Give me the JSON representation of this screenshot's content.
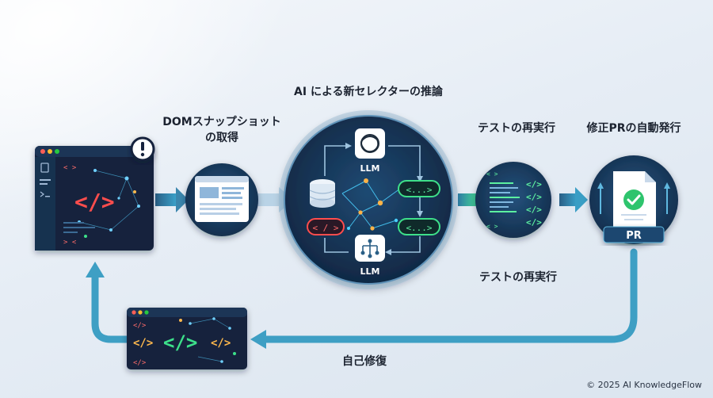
{
  "labels": {
    "ai_inference": "AI による新セレクターの推論",
    "dom_snapshot_line1": "DOMスナップショット",
    "dom_snapshot_line2": "の取得",
    "retest_top": "テストの再実行",
    "retest_bottom": "テストの再実行",
    "auto_pr": "修正PRの自動発行",
    "self_heal": "自己修復"
  },
  "nodes": {
    "llm_top": "LLM",
    "llm_bottom": "LLM",
    "pr_badge": "PR",
    "code_tag": "</>",
    "tag_small_open": "< >",
    "tag_small_close": "> <",
    "selector_tag": "<...>",
    "code_tag_spaced": "< / >"
  },
  "footer": {
    "copyright": "© 2025 AI KnowledgeFlow"
  },
  "colors": {
    "navy": "#12233c",
    "panel": "#1b3350",
    "flow_teal": "#4aa7c8",
    "green": "#3ee08a",
    "red": "#ff5a5a",
    "alert": "#c9302c"
  },
  "icons": [
    "browser-window-icon",
    "alert-icon",
    "webpage-icon",
    "database-icon",
    "openai-logo-icon",
    "network-icon",
    "code-lines-icon",
    "document-check-icon"
  ]
}
